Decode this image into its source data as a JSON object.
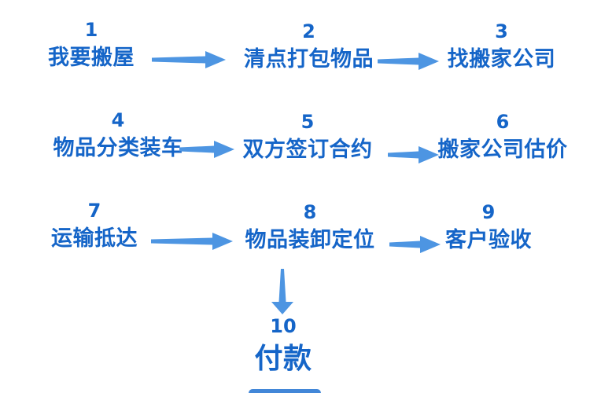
{
  "steps": [
    {
      "number": "1",
      "label": "我要搬屋"
    },
    {
      "number": "2",
      "label": "清点打包物品"
    },
    {
      "number": "3",
      "label": "找搬家公司"
    },
    {
      "number": "4",
      "label": "物品分类装车"
    },
    {
      "number": "5",
      "label": "双方签订合约"
    },
    {
      "number": "6",
      "label": "搬家公司估价"
    },
    {
      "number": "7",
      "label": "运输抵达"
    },
    {
      "number": "8",
      "label": "物品装卸定位"
    },
    {
      "number": "9",
      "label": "客户验收"
    },
    {
      "number": "10",
      "label": "付款"
    }
  ],
  "connections": [
    {
      "from": "1",
      "to": "2",
      "direction": "right"
    },
    {
      "from": "2",
      "to": "3",
      "direction": "right"
    },
    {
      "from": "4",
      "to": "5",
      "direction": "right"
    },
    {
      "from": "5",
      "to": "6",
      "direction": "right"
    },
    {
      "from": "7",
      "to": "8",
      "direction": "right"
    },
    {
      "from": "8",
      "to": "9",
      "direction": "right"
    },
    {
      "from": "8",
      "to": "10",
      "direction": "down"
    }
  ],
  "colors": {
    "step_text": "#1565c8",
    "arrow": "#4d95e2",
    "background": "#ffffff"
  }
}
